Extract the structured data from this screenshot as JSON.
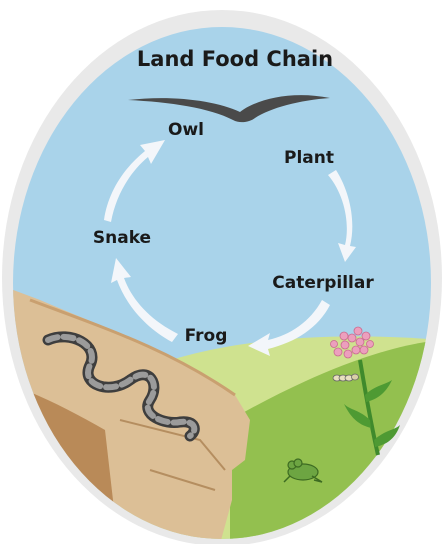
{
  "title": "Land Food Chain",
  "chain": [
    {
      "organism": "Plant"
    },
    {
      "organism": "Caterpillar"
    },
    {
      "organism": "Frog"
    },
    {
      "organism": "Snake"
    },
    {
      "organism": "Owl"
    }
  ],
  "colors": {
    "sky": "#a9d3ea",
    "grass_light": "#cfe28f",
    "grass_dark": "#8fbf4e",
    "rock": "#dcbf96",
    "rock_shadow": "#b98a58",
    "frame": "#e6e6e6",
    "arrow": "#f3f6fa",
    "bird": "#4a4a4a"
  }
}
